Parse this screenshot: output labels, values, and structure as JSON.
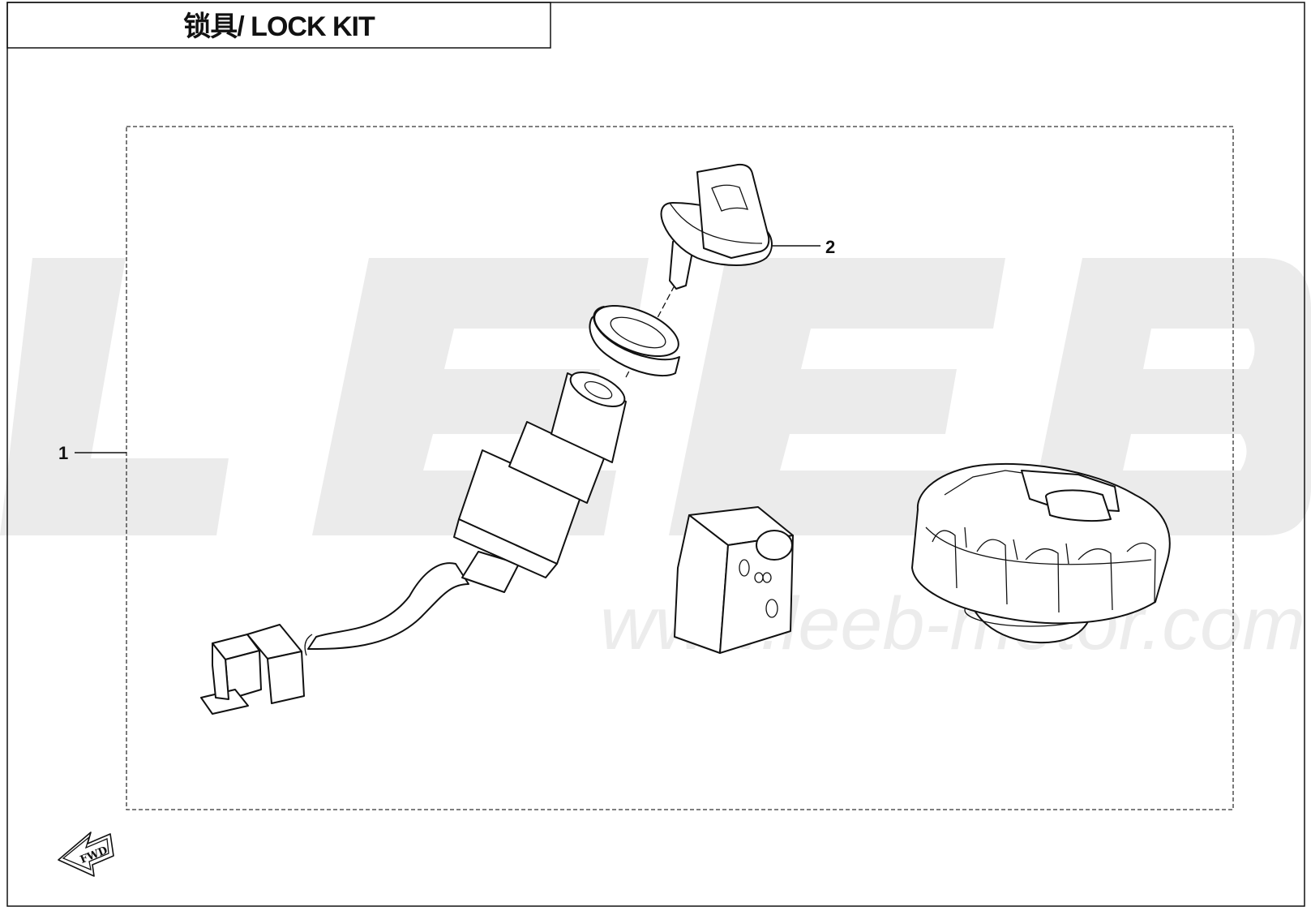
{
  "title": "锁具/ LOCK KIT",
  "watermark": {
    "brand": "LEEB",
    "url": "www.leeb-motor.com",
    "color": "#ebebeb"
  },
  "callouts": [
    {
      "label": "1",
      "part": "lock kit assembly"
    },
    {
      "label": "2",
      "part": "ignition key"
    }
  ],
  "fwd_badge": {
    "label": "FWD",
    "icon": "forward-arrow-icon"
  },
  "colors": {
    "line": "#111111",
    "background": "#ffffff"
  }
}
